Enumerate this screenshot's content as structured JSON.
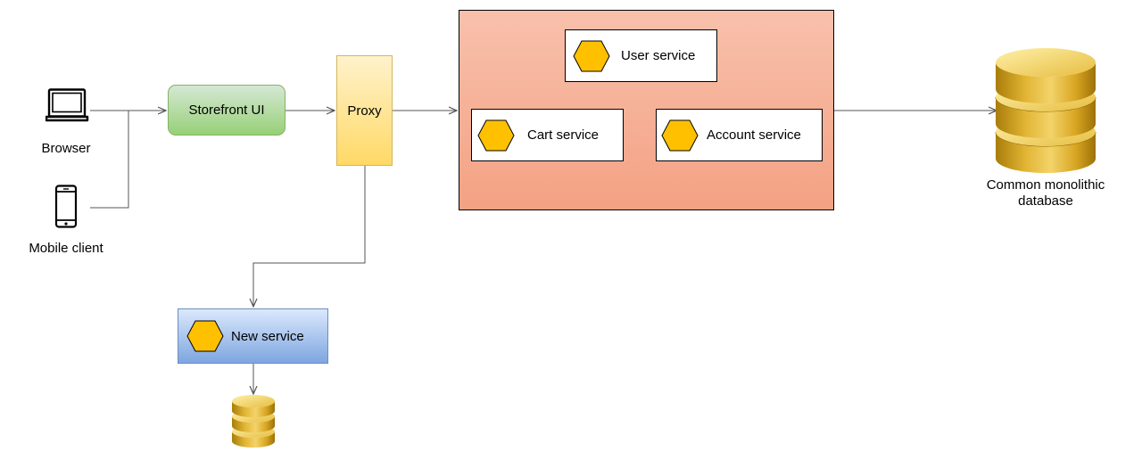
{
  "clients": {
    "browser_label": "Browser",
    "mobile_label": "Mobile client"
  },
  "storefront": {
    "label": "Storefront UI"
  },
  "proxy": {
    "label": "Proxy"
  },
  "monolith": {
    "services": {
      "user": "User service",
      "cart": "Cart service",
      "account": "Account service"
    }
  },
  "new_service": {
    "label": "New service"
  },
  "database": {
    "label_line1": "Common monolithic",
    "label_line2": "database"
  },
  "colors": {
    "service_hexagon": "#ffc000",
    "storefront_fill": "#97d077",
    "proxy_fill": "#ffd966",
    "monolith_fill": "#f4a183",
    "new_service_fill": "#7ea6e0",
    "database_fill": "#d4a017"
  },
  "icons": {
    "browser": "laptop-icon",
    "mobile": "smartphone-icon",
    "service": "hexagon-icon",
    "database": "database-cylinder-icon"
  }
}
